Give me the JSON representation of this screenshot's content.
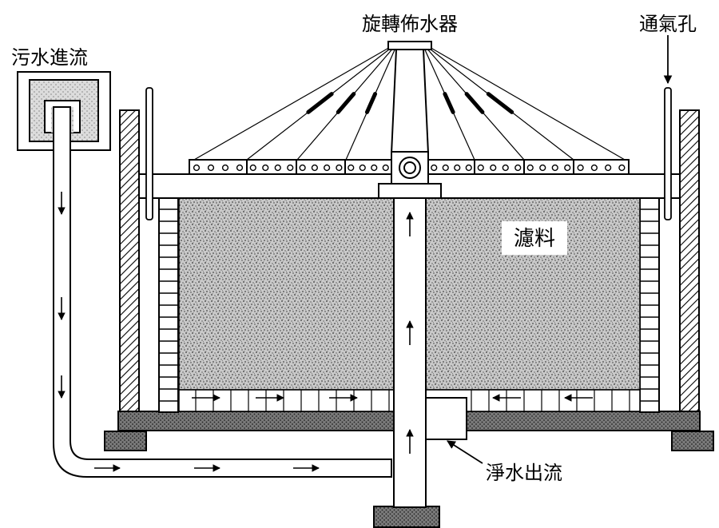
{
  "labels": {
    "sewage_inflow": "污水進流",
    "rotary_distributor": "旋轉佈水器",
    "vent_hole": "通氣孔",
    "filter_media": "濾料",
    "clean_water_outflow": "淨水出流"
  }
}
